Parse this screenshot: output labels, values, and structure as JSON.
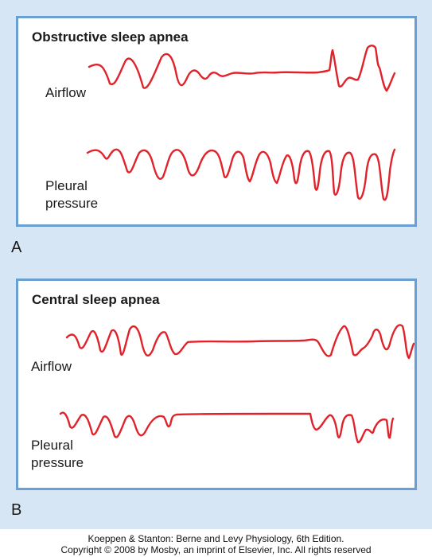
{
  "panel_a": {
    "title": "Obstructive sleep apnea",
    "letter": "A",
    "airflow_label": "Airflow",
    "pleural_label_line1": "Pleural",
    "pleural_label_line2": "pressure"
  },
  "panel_b": {
    "title": "Central sleep apnea",
    "letter": "B",
    "airflow_label": "Airflow",
    "pleural_label_line1": "Pleural",
    "pleural_label_line2": "pressure"
  },
  "caption": {
    "line1": "Koeppen & Stanton: Berne and Levy Physiology, 6th Edition.",
    "line2": "Copyright © 2008 by Mosby, an imprint of Elsevier, Inc. All rights reserved"
  },
  "colors": {
    "trace": "#e0232b",
    "panel_border": "#6a9fd3",
    "background": "#d6e6f5"
  }
}
